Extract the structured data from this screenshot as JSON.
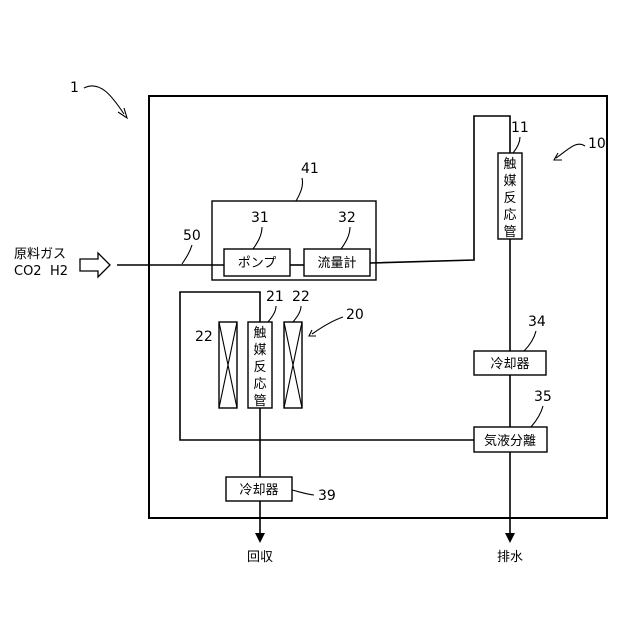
{
  "labels": {
    "system_ref": "1",
    "unit10_ref": "10",
    "unit20_ref": "20",
    "tube11_ref": "11",
    "tube21_ref": "21",
    "heater_left_ref": "22",
    "heater_right_ref": "22",
    "pump_ref": "31",
    "flowmeter_ref": "32",
    "cooler34_ref": "34",
    "separator35_ref": "35",
    "cooler39_ref": "39",
    "box41_ref": "41",
    "pipe50_ref": "50"
  },
  "components": {
    "pump": "ポンプ",
    "flowmeter": "流量計",
    "cooler34": "冷却器",
    "separator35": "気液分離",
    "cooler39": "冷却器",
    "tube11_chars": [
      "触",
      "媒",
      "反",
      "応",
      "管"
    ],
    "tube21_chars": [
      "触",
      "媒",
      "反",
      "応",
      "管"
    ]
  },
  "feed": {
    "name": "原料ガス",
    "co2": "CO2",
    "h2": "H2"
  },
  "outputs": {
    "recovery": "回収",
    "drain": "排水"
  }
}
